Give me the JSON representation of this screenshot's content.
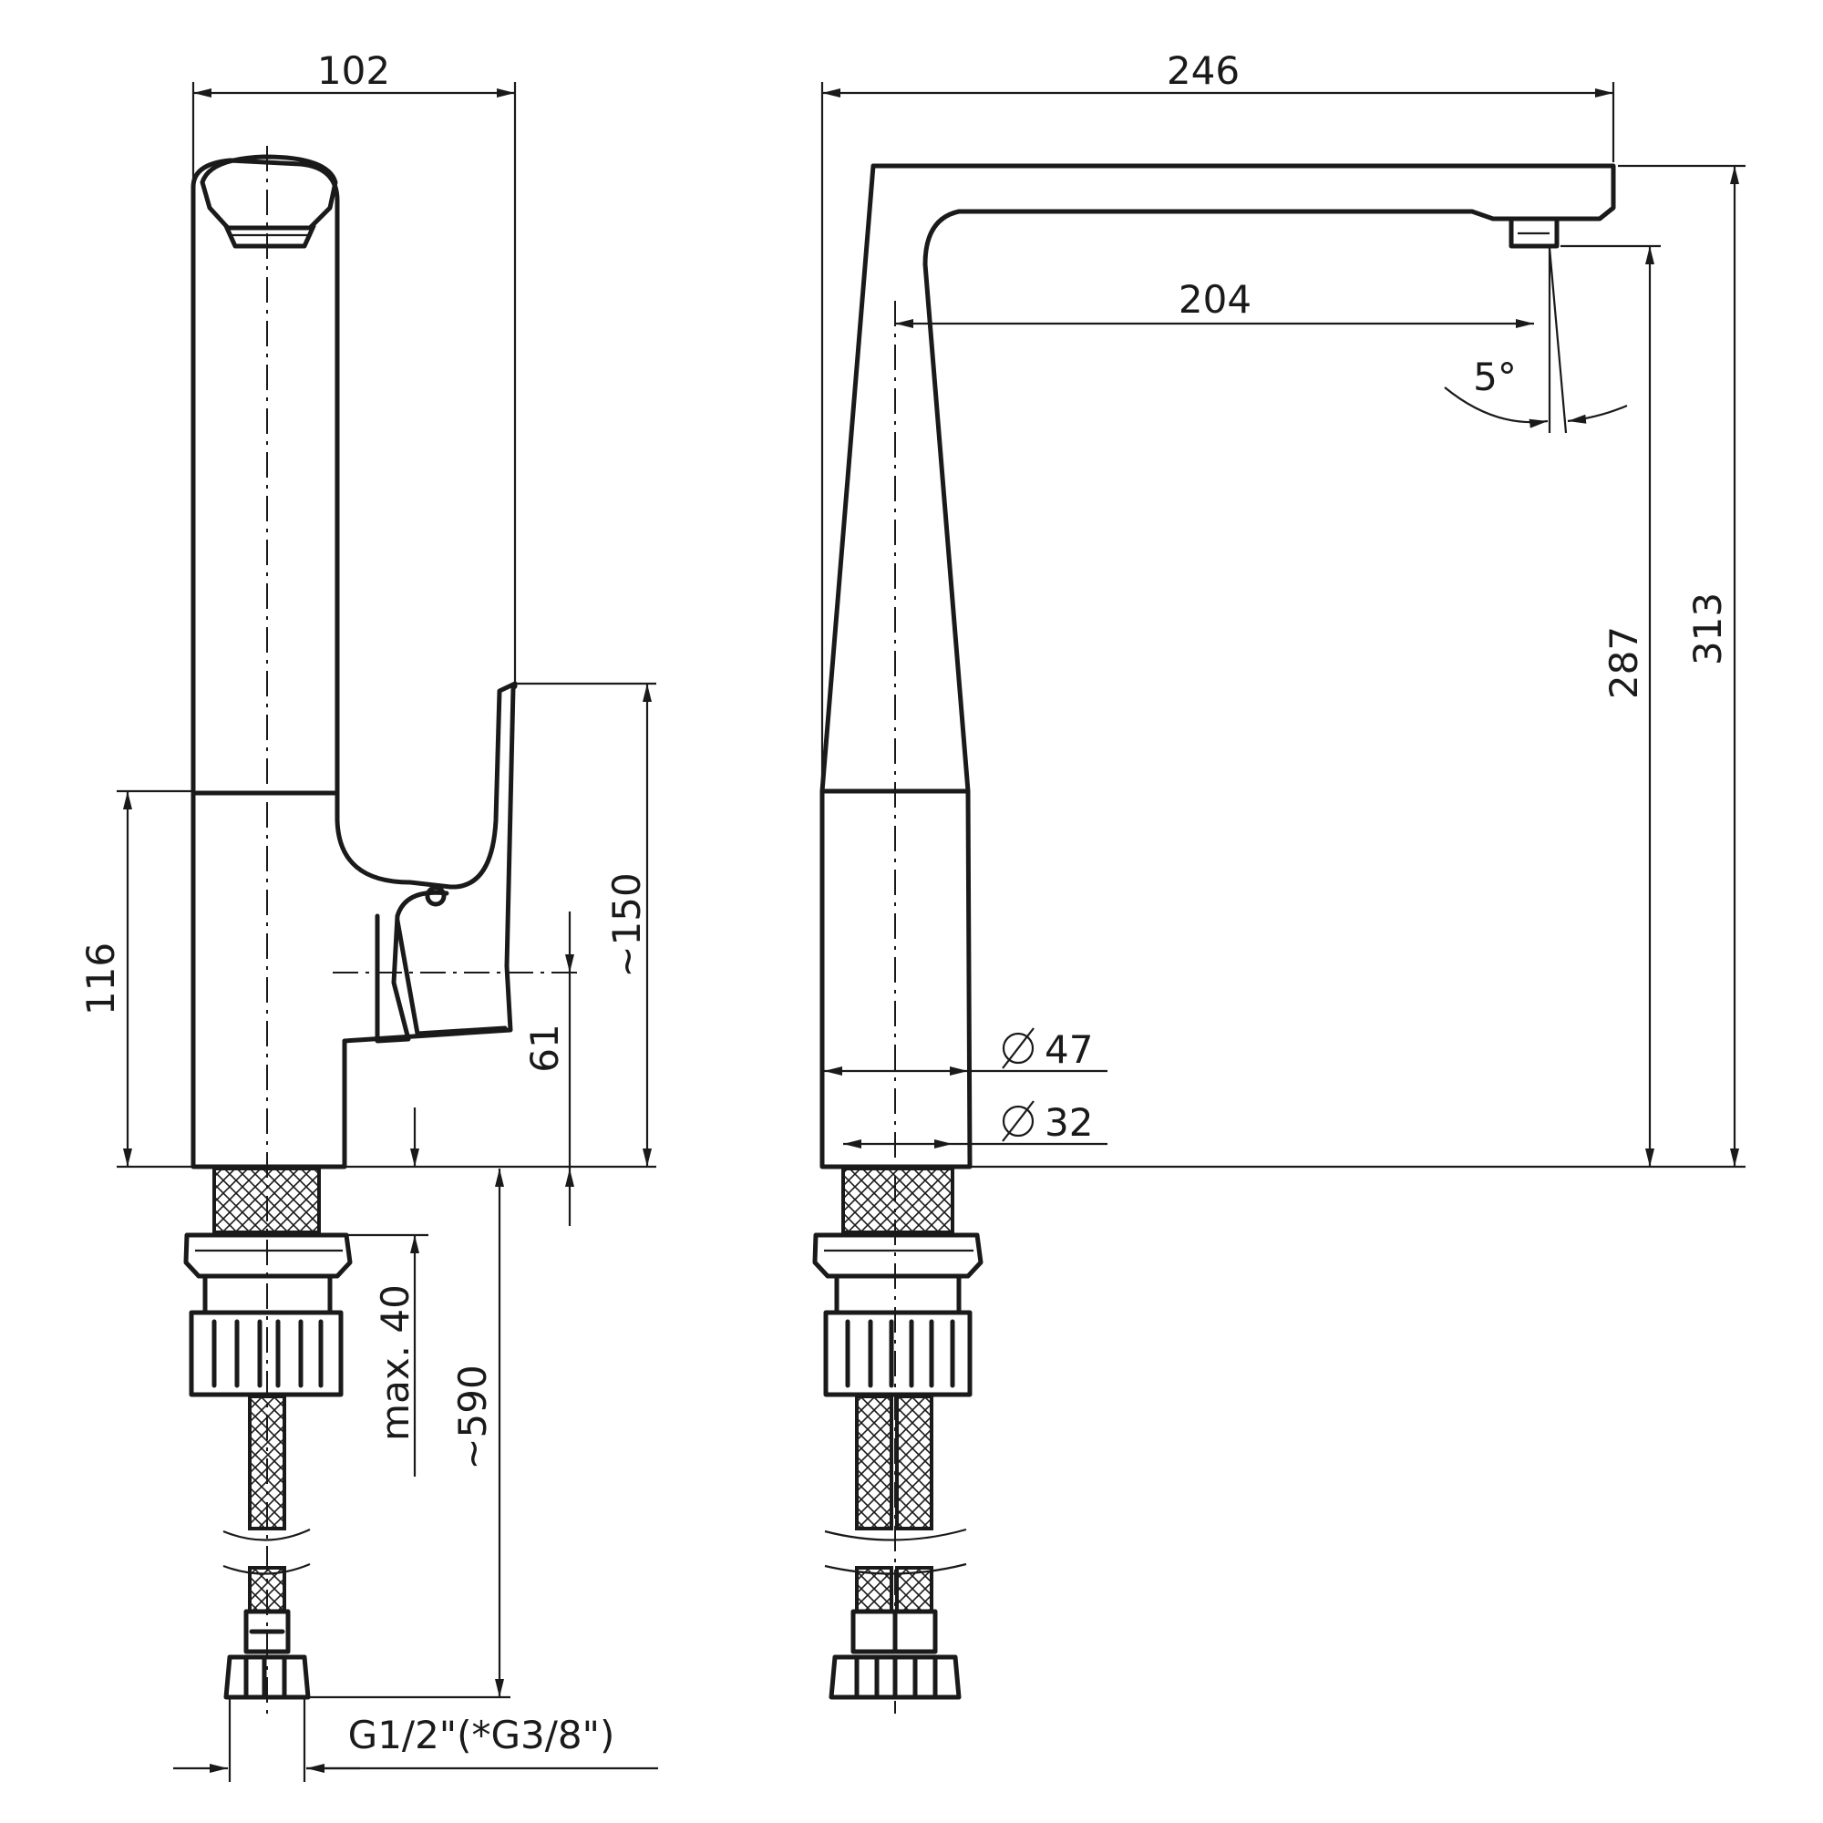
{
  "drawing": {
    "side_view": {
      "dim_width": "102",
      "dim_base_height": "116",
      "dim_lever_height": "~150",
      "dim_lever_axis": "61",
      "dim_max_counter": "max. 40",
      "dim_hose_length": "~590",
      "thread_spec": "G1/2\"(*G3/8\")"
    },
    "front_view": {
      "dim_total_width": "246",
      "dim_reach": "204",
      "dim_spout_angle": "5°",
      "dim_outlet_height": "287",
      "dim_total_height": "313",
      "dim_body_diameter": "47",
      "dim_base_diameter": "32"
    }
  }
}
